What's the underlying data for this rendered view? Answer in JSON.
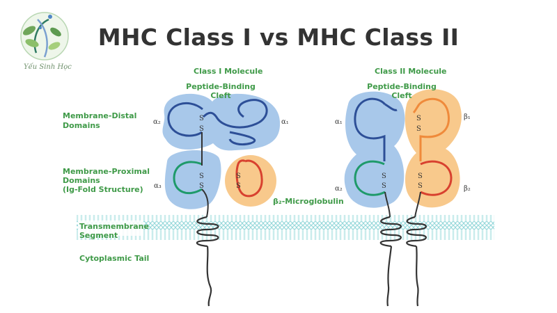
{
  "title": "MHC Class I vs MHC Class II",
  "logo": {
    "text": "Yếu Sinh Học"
  },
  "labels": {
    "class1_molecule": "Class I Molecule",
    "class2_molecule": "Class II Molecule",
    "class1_cleft": [
      "Peptide-Binding",
      "Cleft"
    ],
    "class2_cleft": [
      "Peptide-Binding",
      "Cleft"
    ],
    "membrane_distal": [
      "Membrane-Distal",
      "Domains"
    ],
    "membrane_proximal": [
      "Membrane-Proximal",
      "Domains",
      "(Ig-Fold Structure)"
    ],
    "b2_microglobulin": "β₂-Microglobulin",
    "transmembrane": [
      "Transmembrane",
      "Segment"
    ],
    "cytoplasmic_tail": "Cytoplasmic Tail"
  },
  "domains": {
    "class1": {
      "a1": "α₁",
      "a2": "α₂",
      "a3": "α₃"
    },
    "class2": {
      "a1": "α₁",
      "a2": "α₂",
      "b1": "β₁",
      "b2": "β₂"
    }
  },
  "disulfide": "S",
  "colors": {
    "alpha_fill": "#a8c8ea",
    "beta_fill": "#f8c98c",
    "alpha_chain": "#2d4f97",
    "proximal_chain": "#1f9a6a",
    "beta_chain": "#d8412f",
    "beta_top_chain": "#ef8a3b",
    "membrane": "#8fd5d6",
    "label_green": "#3f9a48"
  }
}
